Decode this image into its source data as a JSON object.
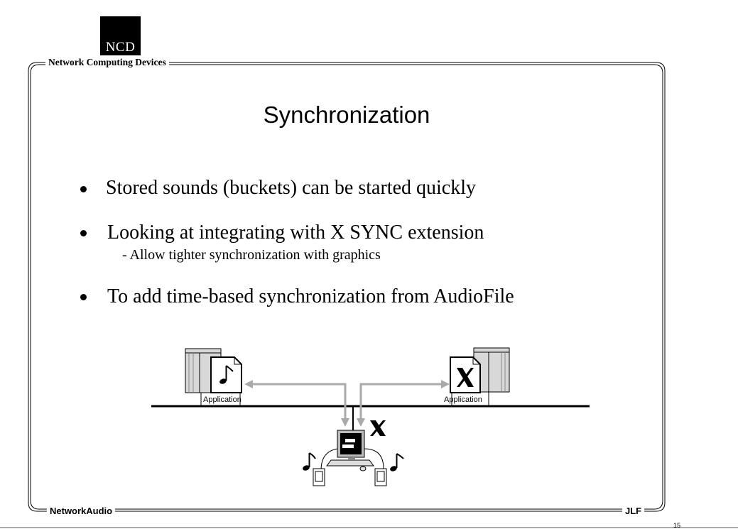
{
  "header": {
    "logo_text": "NCD",
    "company_name": "Network Computing Devices"
  },
  "slide": {
    "title": "Synchronization",
    "bullets": [
      {
        "text": "Stored sounds (buckets) can be started quickly"
      },
      {
        "text": "Looking at integrating with X SYNC extension",
        "sub": "-  Allow tighter synchronization with graphics"
      },
      {
        "text": "To add time-based synchronization from AudioFile"
      }
    ]
  },
  "diagram": {
    "left_app_label": "Application",
    "right_app_label": "Application",
    "left_doc_icon": "music-note-icon",
    "right_doc_icon": "x-logo-icon",
    "terminal_icon": "x-terminal-icon",
    "x_label_icon": "x-logo-icon"
  },
  "footer": {
    "left": "NetworkAudio",
    "right": "JLF",
    "page": "15"
  }
}
